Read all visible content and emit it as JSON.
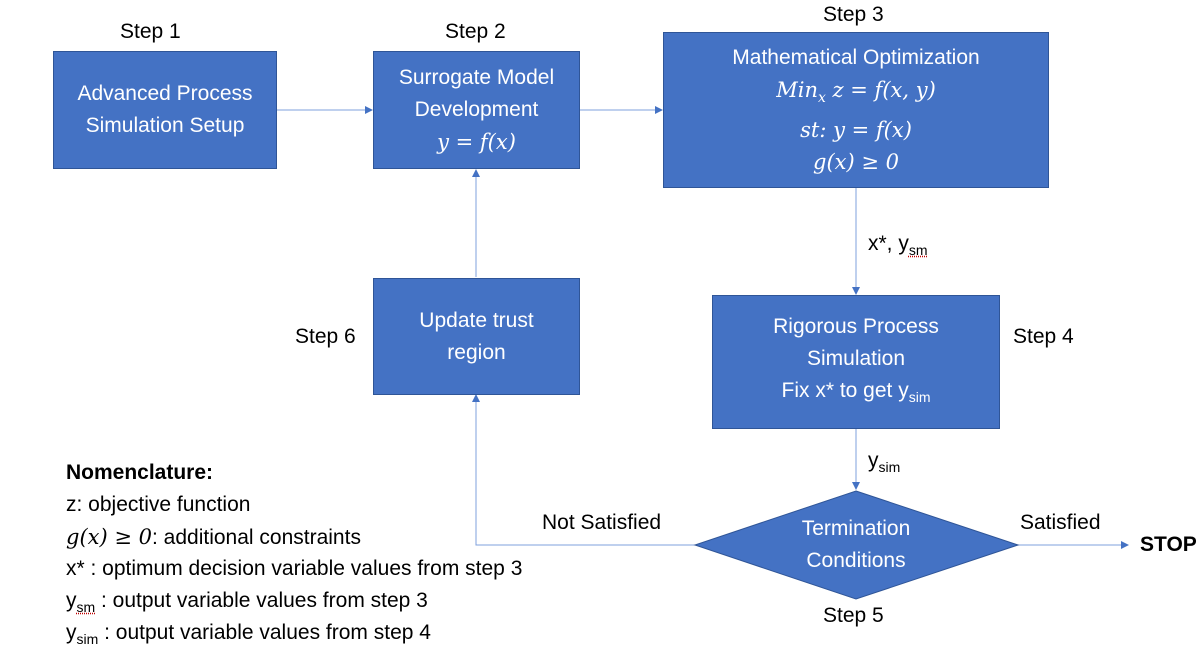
{
  "steps": {
    "s1": "Step 1",
    "s2": "Step 2",
    "s3": "Step 3",
    "s4": "Step 4",
    "s5": "Step 5",
    "s6": "Step 6"
  },
  "boxes": {
    "setup": {
      "line1": "Advanced Process",
      "line2": "Simulation Setup"
    },
    "surrogate": {
      "line1": "Surrogate Model",
      "line2": "Development",
      "math": "y = f(x)"
    },
    "optimization": {
      "line1": "Mathematical Optimization",
      "math1": "Min",
      "math1_sub": "x",
      "math1_rest": " z = f(x, y)",
      "math2": "st: y = f(x)",
      "math3": "g(x) ≥ 0"
    },
    "rigorous": {
      "line1": "Rigorous Process",
      "line2": "Simulation",
      "line3": "Fix x* to get y",
      "line3_sub": "sim"
    },
    "update": {
      "line1": "Update trust",
      "line2": "region"
    },
    "termination": {
      "line1": "Termination",
      "line2": "Conditions"
    }
  },
  "edges": {
    "x_star_label": "x*, y",
    "x_star_sub": "sm",
    "ysim_label": "y",
    "ysim_sub": "sim",
    "not_satisfied": "Not Satisfied",
    "satisfied": "Satisfied",
    "stop": "STOP"
  },
  "nomenclature": {
    "title": "Nomenclature:",
    "z": "z: objective function",
    "g_math": "g(x) ≥ 0",
    "g_text": ": additional constraints",
    "xstar": "x* : optimum decision variable values from step 3",
    "ysm_y": "y",
    "ysm_sub": "sm",
    "ysm_text": " : output variable values from step 3",
    "ysim_y": "y",
    "ysim_sub": "sim",
    "ysim_text": "  : output variable values from step 4"
  },
  "colors": {
    "box_fill": "#4472c4",
    "box_border": "#2f5597",
    "connector": "#5b87d6"
  }
}
